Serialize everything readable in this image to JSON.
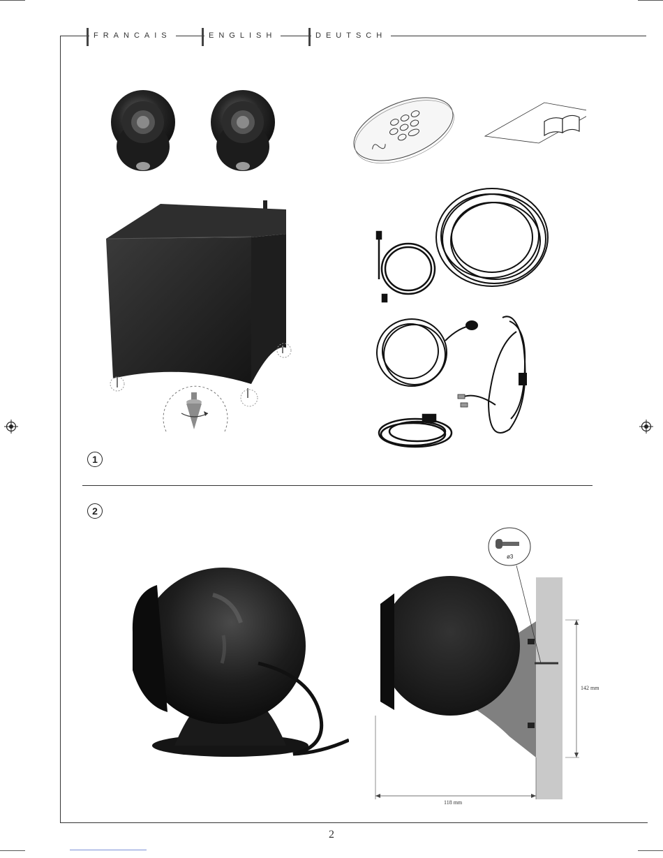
{
  "header": {
    "tabs": [
      {
        "label": "FRANCAIS"
      },
      {
        "label": "ENGLISH"
      },
      {
        "label": "DEUTSCH"
      }
    ]
  },
  "steps": [
    {
      "number": "1"
    },
    {
      "number": "2"
    }
  ],
  "figure2": {
    "screw_diameter_label": "ø3",
    "height_dimension": "142 mm",
    "width_dimension": "118 mm"
  },
  "footer": {
    "page_number": "2"
  },
  "colors": {
    "speaker_black": "#1b1b1b",
    "wall_gray": "#c9c9c9",
    "line": "#333333"
  }
}
